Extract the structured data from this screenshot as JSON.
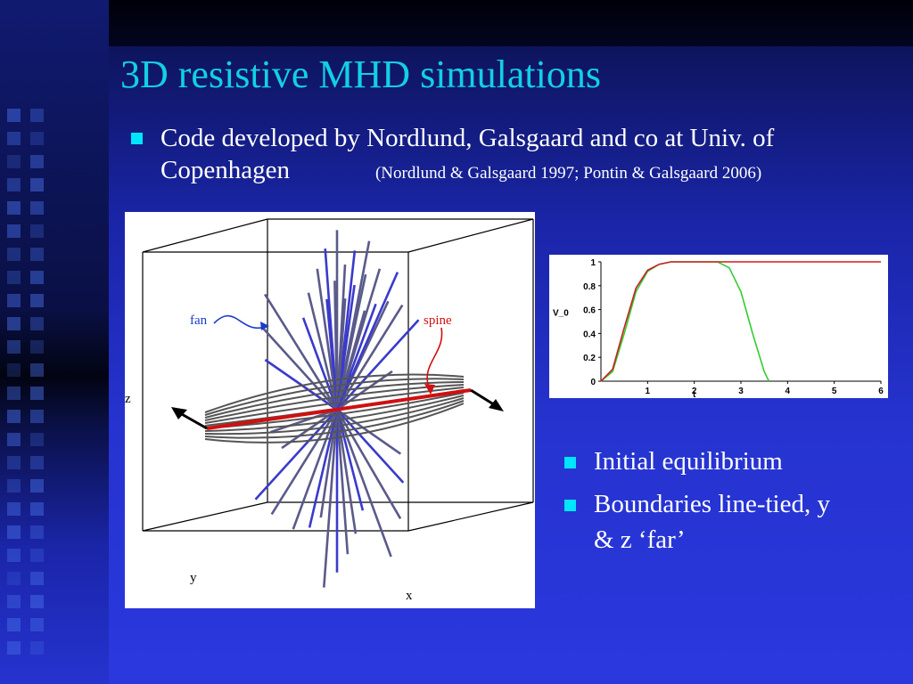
{
  "slide": {
    "title": "3D resistive MHD simulations",
    "bullets_top": [
      {
        "text": "Code developed by Nordlund, Galsgaard and co at Univ. of",
        "text_line2": "Copenhagen",
        "citation": "(Nordlund & Galsgaard 1997; Pontin & Galsgaard 2006)"
      }
    ],
    "bullets_right": [
      {
        "text": "Initial equilibrium"
      },
      {
        "text_line1": "Boundaries line-tied, y",
        "text_line2": "& z ‘far’"
      }
    ]
  },
  "figure3d": {
    "label_fan": "fan",
    "label_spine": "spine",
    "axis_z": "z",
    "axis_y": "y",
    "axis_x": "x"
  },
  "chart_data": {
    "type": "line",
    "xlabel": "t",
    "ylabel": "V_0",
    "xlim": [
      0,
      6
    ],
    "ylim": [
      0,
      1
    ],
    "xticks": [
      "1",
      "2",
      "3",
      "4",
      "5",
      "6"
    ],
    "yticks": [
      "0",
      "0.2",
      "0.4",
      "0.6",
      "0.8",
      "1"
    ],
    "series": [
      {
        "color": "#cc1f1f",
        "x": [
          0,
          0.25,
          0.5,
          0.75,
          1.0,
          1.25,
          1.5,
          2.0,
          3.0,
          4.0,
          5.0,
          6.0
        ],
        "y": [
          0,
          0.1,
          0.45,
          0.78,
          0.93,
          0.98,
          1.0,
          1.0,
          1.0,
          1.0,
          1.0,
          1.0
        ]
      },
      {
        "color": "#33cc33",
        "x": [
          0,
          0.25,
          0.5,
          0.75,
          1.0,
          1.25,
          1.5,
          2.0,
          2.5,
          2.75,
          3.0,
          3.25,
          3.5,
          3.6
        ],
        "y": [
          0,
          0.08,
          0.4,
          0.75,
          0.92,
          0.98,
          1.0,
          1.0,
          1.0,
          0.95,
          0.75,
          0.4,
          0.08,
          0
        ]
      }
    ],
    "grid": false
  },
  "colors": {
    "title": "#13cfe6",
    "bullet": "#00e5ff",
    "text": "#ffffff"
  }
}
